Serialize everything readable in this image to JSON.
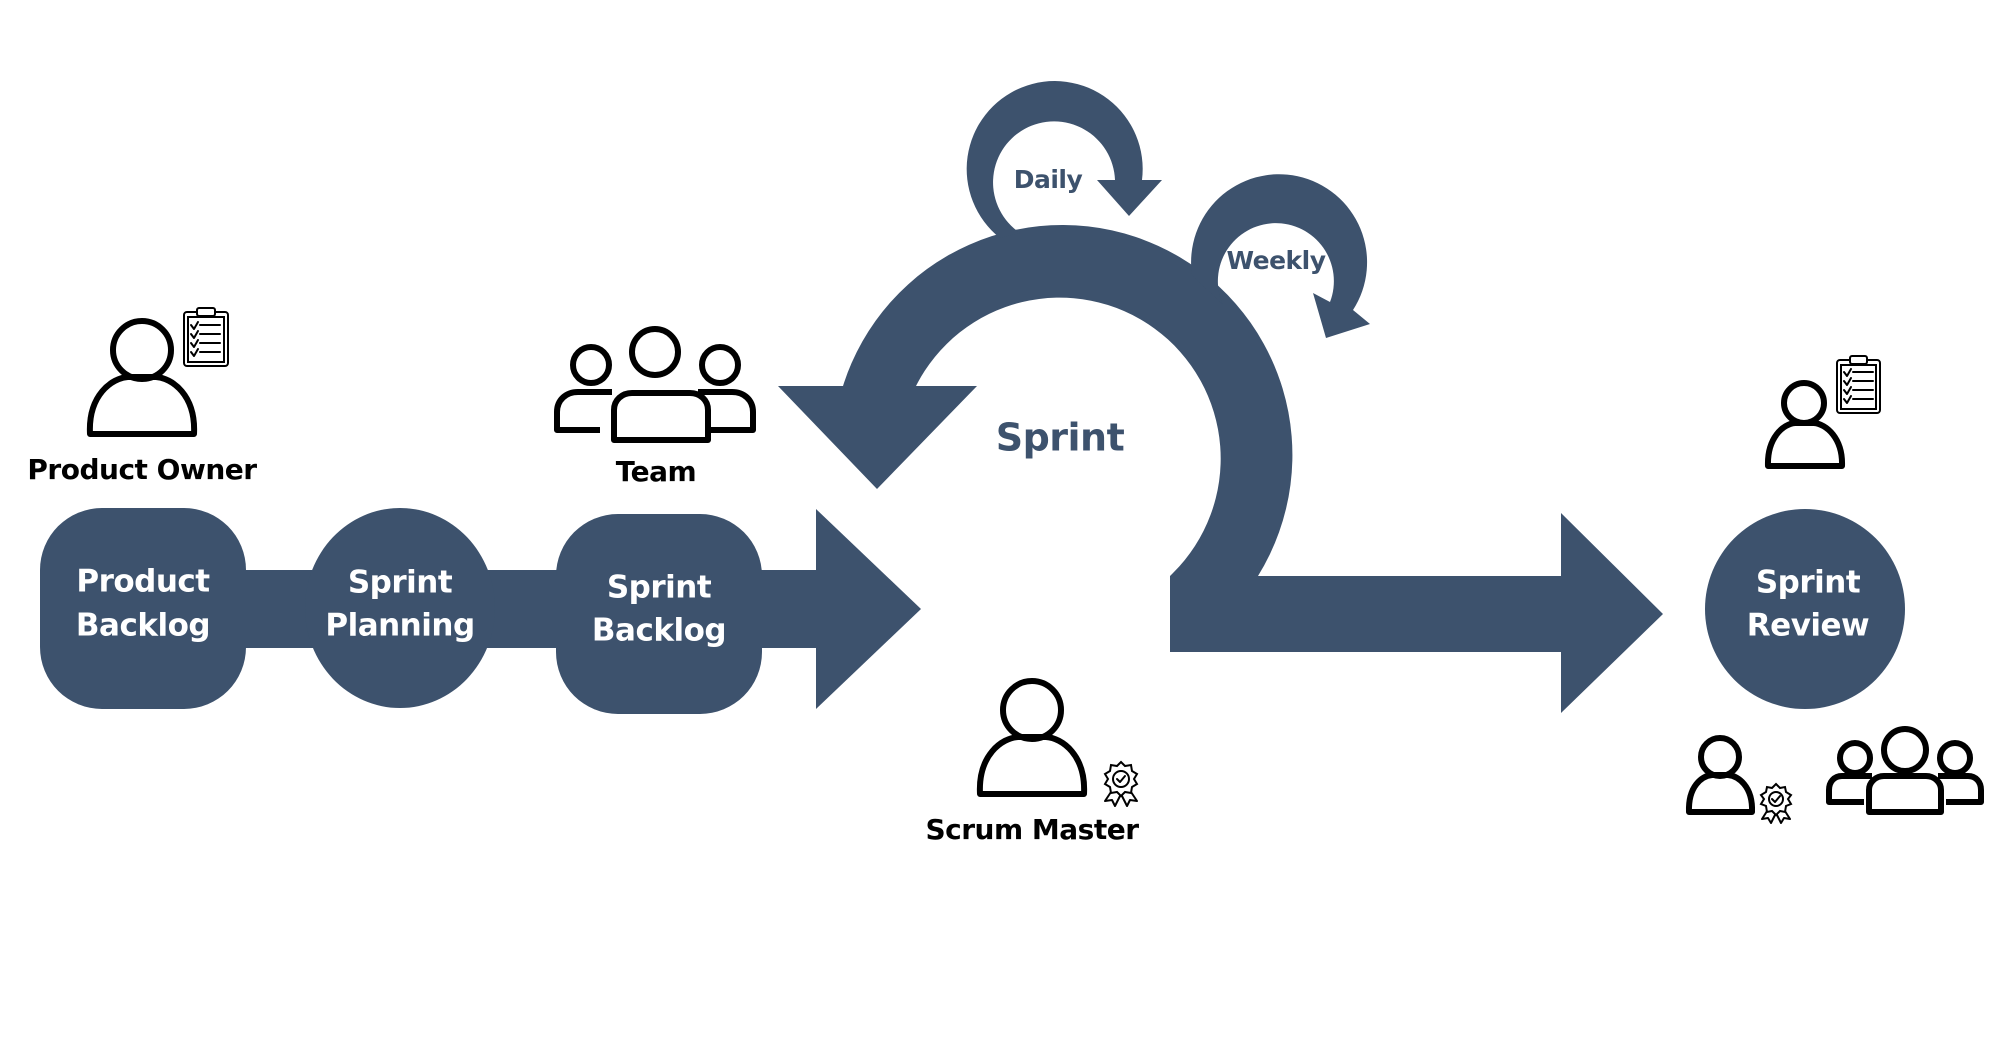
{
  "colors": {
    "primary": "#3d526d",
    "text_on_primary": "#ffffff",
    "icon": "#000000"
  },
  "pipeline": {
    "product_backlog": [
      "Product",
      "Backlog"
    ],
    "sprint_planning": [
      "Sprint",
      "Planning"
    ],
    "sprint_backlog": [
      "Sprint",
      "Backlog"
    ]
  },
  "sprint": {
    "label": "Sprint",
    "daily_label": "Daily",
    "weekly_label": "Weekly"
  },
  "review": {
    "label": [
      "Sprint",
      "Review"
    ]
  },
  "roles": {
    "product_owner": "Product Owner",
    "team": "Team",
    "scrum_master": "Scrum Master"
  },
  "icons": {
    "product_owner": "person-with-clipboard-icon",
    "team": "team-icon",
    "scrum_master": "person-with-badge-icon"
  }
}
